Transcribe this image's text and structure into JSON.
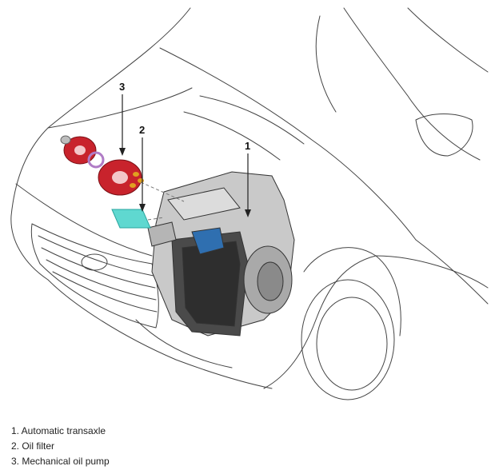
{
  "diagram": {
    "callouts": [
      {
        "number": "1"
      },
      {
        "number": "2"
      },
      {
        "number": "3"
      }
    ],
    "legend": [
      {
        "text": "1. Automatic transaxle"
      },
      {
        "text": "2. Oil filter"
      },
      {
        "text": "3. Mechanical oil pump"
      }
    ],
    "colors": {
      "pump_red": "#c8232c",
      "filter_cyan": "#5fd8d0",
      "valve_blue": "#2f6fb0",
      "ring_purple": "#b07cc6",
      "metal": "#c9c9c9",
      "line": "#555555"
    }
  }
}
